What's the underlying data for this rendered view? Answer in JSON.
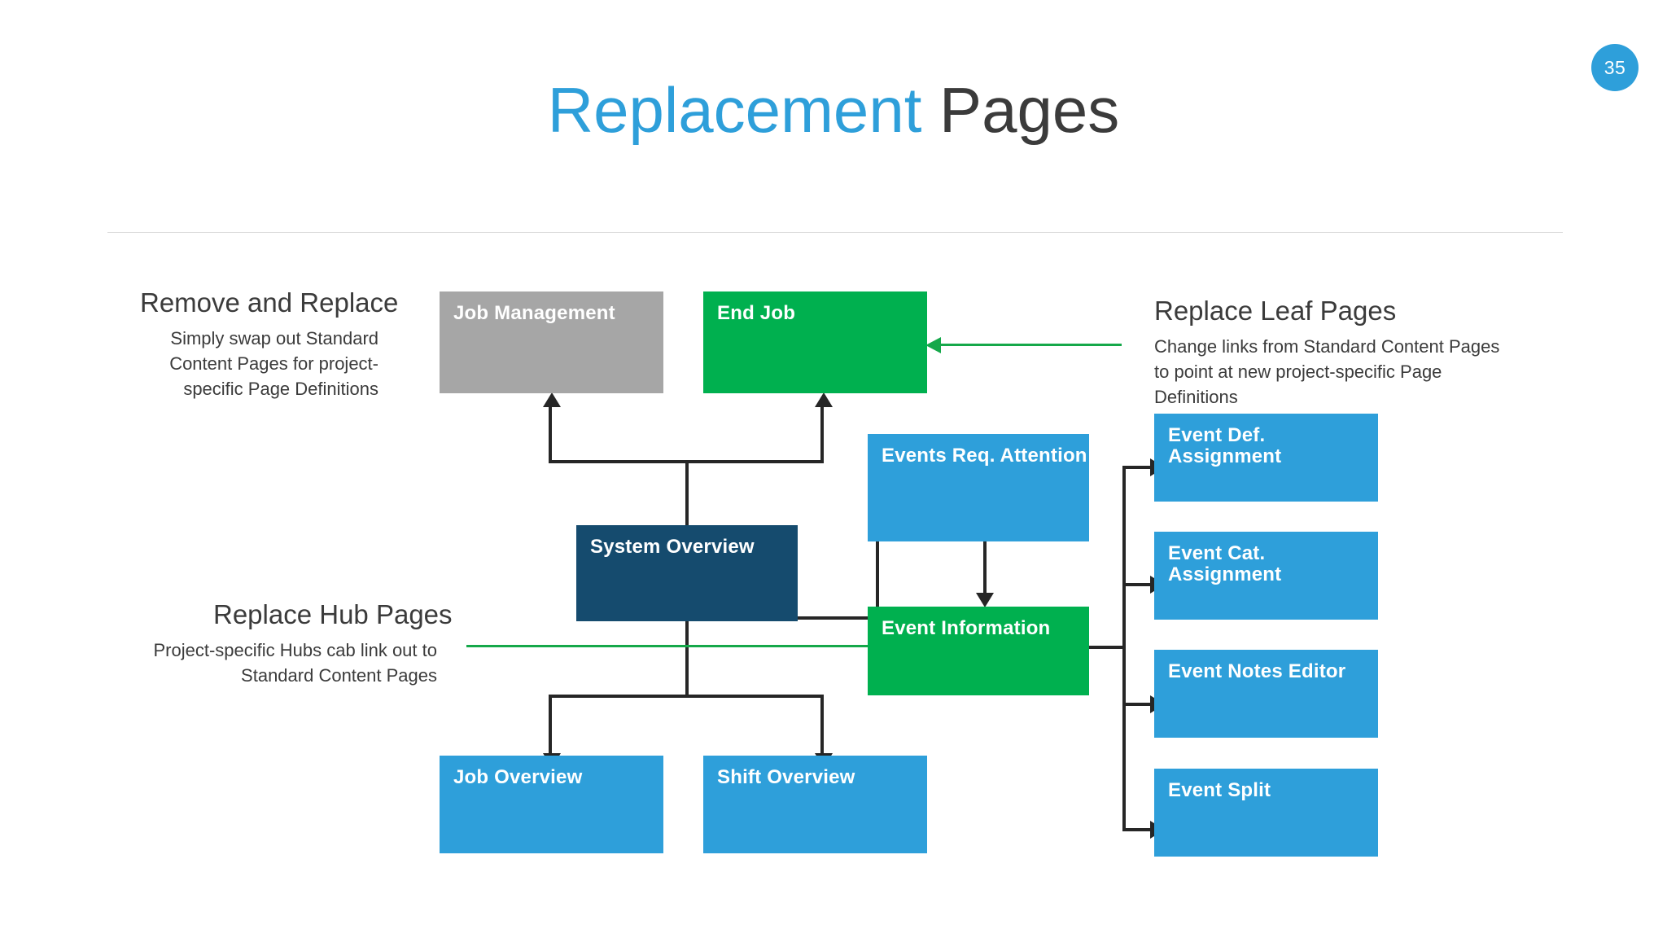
{
  "slide": {
    "page_number": "35",
    "title_accent": "Replacement",
    "title_rest": " Pages",
    "accent_color": "#2e9fda",
    "dark_text_color": "#3b3b3b",
    "divider_color": "#dcdcdc"
  },
  "annotations": [
    {
      "id": "remove-and-replace",
      "heading": "Remove and Replace",
      "body": "Simply swap out Standard Content Pages for project-specific Page Definitions"
    },
    {
      "id": "replace-hub-pages",
      "heading": "Replace Hub Pages",
      "body": "Project-specific Hubs cab link out to Standard Content Pages"
    },
    {
      "id": "replace-leaf-pages",
      "heading": "Replace Leaf Pages",
      "body": "Change links from Standard Content Pages to point at new project-specific Page Definitions"
    }
  ],
  "diagram": {
    "nodes": [
      {
        "id": "job-management",
        "label": "Job Management",
        "color": "#a6a6a6"
      },
      {
        "id": "end-job",
        "label": "End Job",
        "color": "#00b04f"
      },
      {
        "id": "events-req-attention",
        "label": "Events Req. Attention",
        "color": "#2e9fda"
      },
      {
        "id": "system-overview",
        "label": "System Overview",
        "color": "#154b6e"
      },
      {
        "id": "event-information",
        "label": "Event Information",
        "color": "#00b04f"
      },
      {
        "id": "event-def-assignment",
        "label": "Event Def. Assignment",
        "color": "#2e9fda"
      },
      {
        "id": "event-cat-assignment",
        "label": "Event Cat. Assignment",
        "color": "#2e9fda"
      },
      {
        "id": "event-notes-editor",
        "label": "Event Notes Editor",
        "color": "#2e9fda"
      },
      {
        "id": "event-split",
        "label": "Event Split",
        "color": "#2e9fda"
      },
      {
        "id": "job-overview",
        "label": "Job Overview",
        "color": "#2e9fda"
      },
      {
        "id": "shift-overview",
        "label": "Shift Overview",
        "color": "#2e9fda"
      }
    ],
    "connector_color": "#262626",
    "highlight_connector_color": "#15a84a",
    "edges": [
      {
        "from": "system-overview",
        "to": "job-management",
        "style": "elbow-up",
        "color": "#262626"
      },
      {
        "from": "system-overview",
        "to": "end-job",
        "style": "elbow-up",
        "color": "#262626"
      },
      {
        "from": "system-overview",
        "to": "events-req-attention",
        "style": "elbow-right",
        "color": "#262626"
      },
      {
        "from": "events-req-attention",
        "to": "event-information",
        "style": "straight-down",
        "color": "#262626"
      },
      {
        "from": "system-overview",
        "to": "job-overview",
        "style": "elbow-down",
        "color": "#262626"
      },
      {
        "from": "system-overview",
        "to": "shift-overview",
        "style": "elbow-down",
        "color": "#262626"
      },
      {
        "from": "event-information",
        "to": "event-def-assignment",
        "style": "bus-right",
        "color": "#262626"
      },
      {
        "from": "event-information",
        "to": "event-cat-assignment",
        "style": "bus-right",
        "color": "#262626"
      },
      {
        "from": "event-information",
        "to": "event-notes-editor",
        "style": "bus-right",
        "color": "#262626"
      },
      {
        "from": "event-information",
        "to": "event-split",
        "style": "bus-right",
        "color": "#262626"
      },
      {
        "from": "replace-leaf-pages",
        "to": "end-job",
        "style": "annotation-left",
        "color": "#15a84a"
      },
      {
        "from": "replace-hub-pages",
        "to": "event-information",
        "style": "annotation-right",
        "color": "#15a84a"
      }
    ]
  }
}
